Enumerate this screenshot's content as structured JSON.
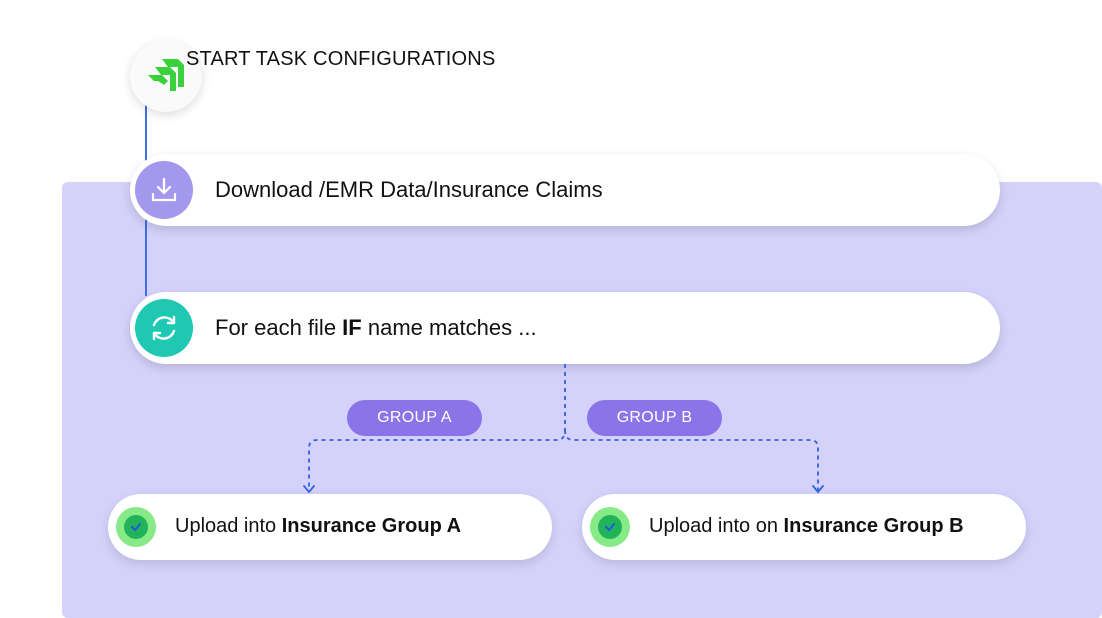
{
  "start": {
    "title": "START TASK CONFIGURATIONS",
    "icon": "stepped-arrow-logo-icon"
  },
  "steps": [
    {
      "icon": "download-icon",
      "text": "Download /EMR Data/Insurance Claims"
    },
    {
      "icon": "loop-icon",
      "text_before": "For each file ",
      "text_bold": "IF",
      "text_after": " name matches ..."
    }
  ],
  "branches": [
    {
      "label": "GROUP A",
      "upload_prefix": "Upload into ",
      "upload_bold": "Insurance Group A",
      "icon": "check-icon"
    },
    {
      "label": "GROUP B",
      "upload_prefix": "Upload into on ",
      "upload_bold": "Insurance Group B",
      "icon": "check-icon"
    }
  ],
  "colors": {
    "panel": "#d4d1fa",
    "pill": "#8b73e8",
    "download_icon_bg": "#a498ee",
    "loop_icon_bg": "#1fc8b3",
    "check_outer": "#86ea87",
    "check_inner": "#22b35a",
    "connector": "#2f63e0",
    "logo_green": "#3ad13d"
  }
}
